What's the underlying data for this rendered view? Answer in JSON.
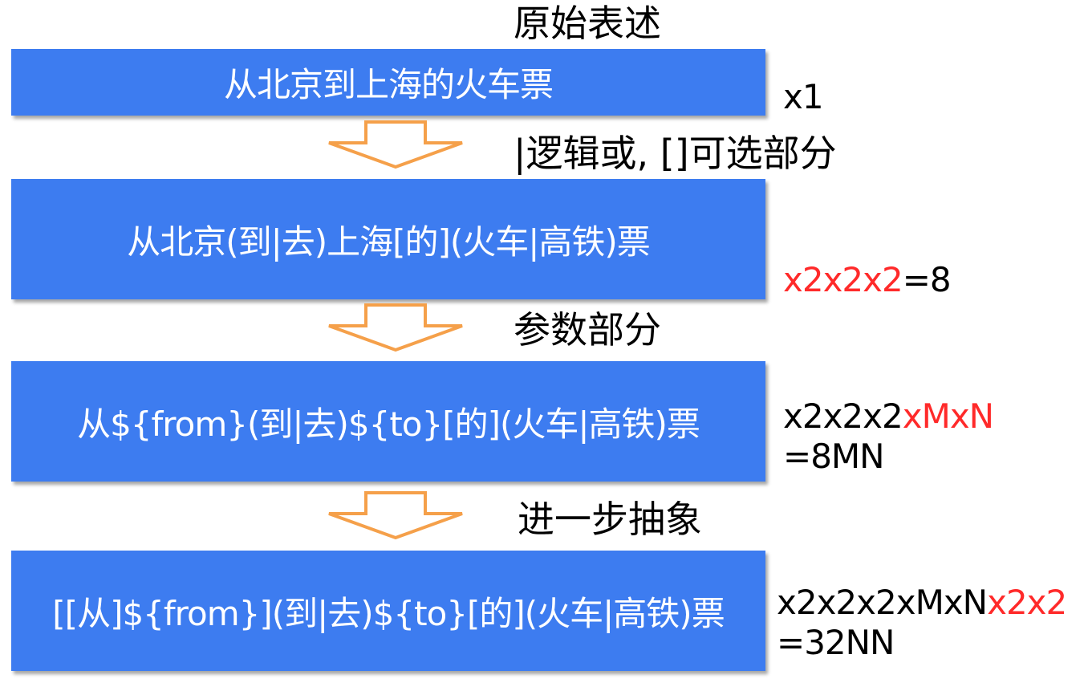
{
  "stages": [
    {
      "label": "原始表述",
      "box": "从北京到上海的火车票",
      "count": {
        "black": "x1",
        "red": "",
        "rest": "",
        "second": ""
      }
    },
    {
      "label": "|逻辑或, []可选部分",
      "box": "从北京(到|去)上海[的](火车|高铁)票",
      "count": {
        "black": "",
        "red": "x2x2x2",
        "rest": "=8",
        "second": ""
      }
    },
    {
      "label": "参数部分",
      "box": "从${from}(到|去)${to}[的](火车|高铁)票",
      "count": {
        "black": "x2x2x2",
        "red": "xMxN",
        "rest": "",
        "second": "=8MN"
      }
    },
    {
      "label": "进一步抽象",
      "box": "[[从]${from}](到|去)${to}[的](火车|高铁)票",
      "count": {
        "black": "x2x2x2xMxN",
        "red": "x2x2",
        "rest": "",
        "second": "=32NN"
      }
    }
  ],
  "colors": {
    "box_fill": "#3d7cf0",
    "box_text": "#ffffff",
    "arrow_stroke": "#f5a04a",
    "highlight": "#ff2a2a"
  }
}
